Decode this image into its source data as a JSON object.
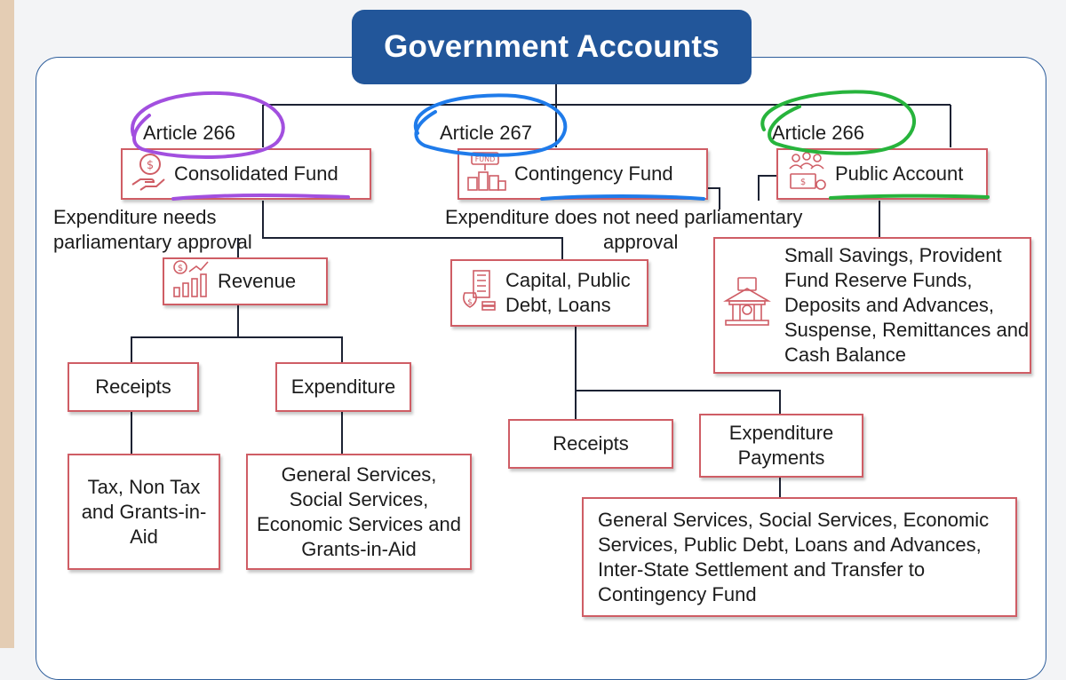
{
  "title": "Government Accounts",
  "funds": [
    {
      "article": "Article 266",
      "name": "Consolidated Fund",
      "icon": "hand-money-icon"
    },
    {
      "article": "Article 267",
      "name": "Contingency Fund",
      "icon": "fund-coins-icon",
      "icon_text": "FUND"
    },
    {
      "article": "Article 266",
      "name": "Public Account",
      "icon": "people-cash-icon"
    }
  ],
  "notes": {
    "consolidated": "Expenditure needs parliamentary approval",
    "contingency_line1": "Expenditure does not need parliamentary",
    "contingency_line2": "approval"
  },
  "consolidated_branches": {
    "revenue": {
      "label": "Revenue",
      "icon": "revenue-chart-icon",
      "receipts": {
        "label": "Receipts",
        "detail": "Tax, Non Tax and Grants-in-Aid"
      },
      "expenditure": {
        "label": "Expenditure",
        "detail": "General Services, Social Services, Economic Services and Grants-in-Aid"
      }
    },
    "capital": {
      "label": "Capital, Public Debt, Loans",
      "icon": "building-money-icon",
      "receipts": {
        "label": "Receipts"
      },
      "expenditure": {
        "label": "Expenditure Payments",
        "detail": "General Services, Social Services, Economic Services, Public Debt, Loans and Advances, Inter-State Settlement and Transfer to Contingency Fund"
      }
    }
  },
  "public_account": {
    "detail": "Small Savings, Provident Fund Reserve Funds, Deposits and Advances, Suspense, Remittances and Cash Balance",
    "icon": "bank-money-icon"
  },
  "colors": {
    "title_bg": "#22569a",
    "box_border": "#cf5d65",
    "connector": "#1c2233",
    "mark_purple": "#a24fdf",
    "mark_blue": "#1f7bea",
    "mark_green": "#27b43c"
  }
}
